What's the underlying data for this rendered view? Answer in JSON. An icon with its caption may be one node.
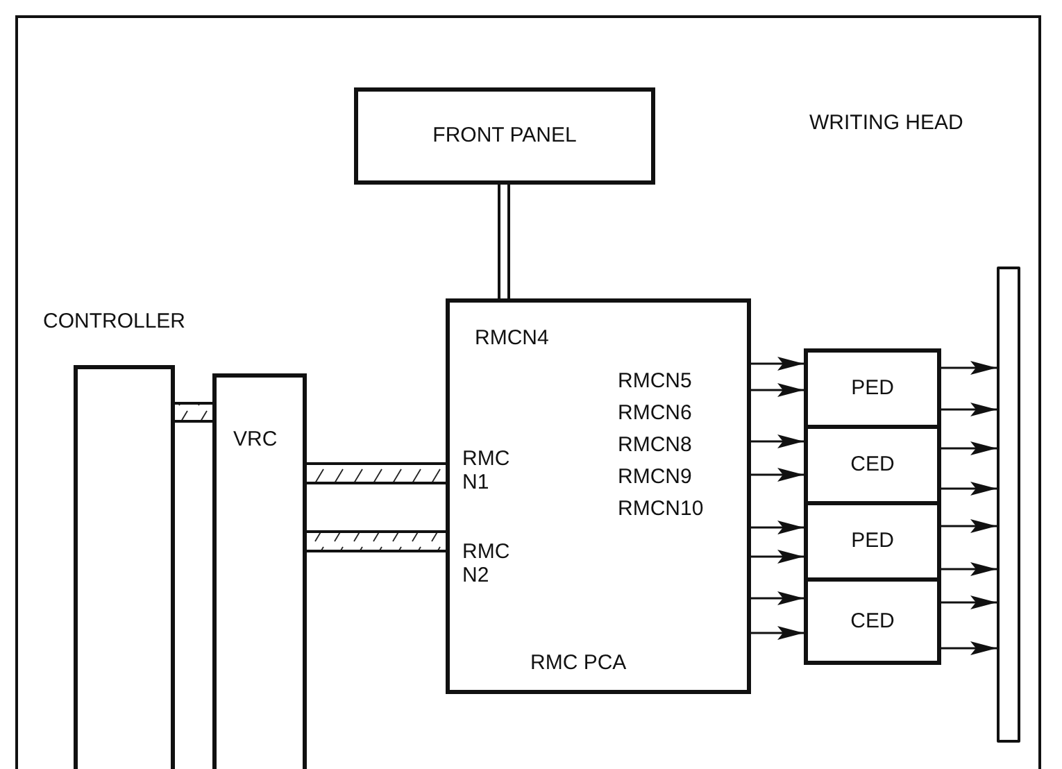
{
  "diagram": {
    "nodes": [
      {
        "text": [
          "FRONT PANEL"
        ]
      },
      {
        "text": [
          "CONTROLLER"
        ]
      },
      {
        "text": [
          "VRC"
        ]
      },
      {
        "text": [
          "RMCN4",
          "RMC N1",
          "RMC N2",
          "RMCN5",
          "RMCN6",
          "RMCN8",
          "RMCN9",
          "RMCN10",
          "RMC PCA"
        ]
      },
      {
        "text": [
          "PED"
        ]
      },
      {
        "text": [
          "CED"
        ]
      },
      {
        "text": [
          "PED"
        ]
      },
      {
        "text": [
          "CED"
        ]
      },
      {
        "text": [],
        "shape": "bar"
      }
    ],
    "labels": [
      "WRITING HEAD"
    ],
    "edges": [
      {
        "from": 0,
        "to": 3,
        "arrow": "none",
        "style": "thick"
      },
      {
        "from": 1,
        "to": 2,
        "arrow": "none",
        "style": "thick"
      },
      {
        "from": 2,
        "to": 3,
        "arrow": "none",
        "style": "thick"
      },
      {
        "from": 2,
        "to": 3,
        "arrow": "none",
        "style": "thick"
      },
      {
        "from": 3,
        "to": 4,
        "arrow": "to"
      },
      {
        "from": 3,
        "to": 4,
        "arrow": "to"
      },
      {
        "from": 3,
        "to": 5,
        "arrow": "to"
      },
      {
        "from": 3,
        "to": 5,
        "arrow": "to"
      },
      {
        "from": 3,
        "to": 6,
        "arrow": "to"
      },
      {
        "from": 3,
        "to": 6,
        "arrow": "to"
      },
      {
        "from": 3,
        "to": 7,
        "arrow": "to"
      },
      {
        "from": 3,
        "to": 7,
        "arrow": "to"
      },
      {
        "from": 4,
        "to": 8,
        "arrow": "to"
      },
      {
        "from": 4,
        "to": 8,
        "arrow": "to"
      },
      {
        "from": 5,
        "to": 8,
        "arrow": "to"
      },
      {
        "from": 5,
        "to": 8,
        "arrow": "to"
      },
      {
        "from": 6,
        "to": 8,
        "arrow": "to"
      },
      {
        "from": 6,
        "to": 8,
        "arrow": "to"
      },
      {
        "from": 7,
        "to": 8,
        "arrow": "to"
      },
      {
        "from": 7,
        "to": 8,
        "arrow": "to"
      }
    ]
  }
}
